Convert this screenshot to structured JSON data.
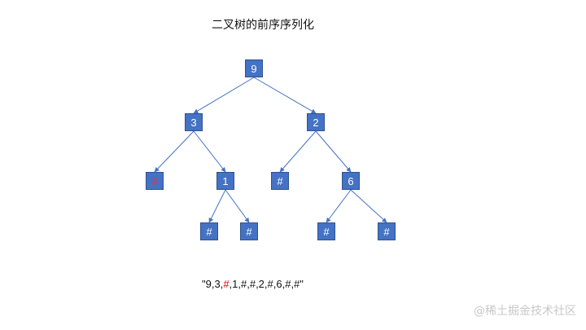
{
  "title": "二叉树的前序序列化",
  "colors": {
    "node_fill": "#4472c4",
    "node_border": "#2f528f",
    "edge": "#4472c4",
    "highlight": "#e00000"
  },
  "tree": {
    "nodes": [
      {
        "id": "n9",
        "label": "9"
      },
      {
        "id": "n3",
        "label": "3"
      },
      {
        "id": "n2",
        "label": "2"
      },
      {
        "id": "h1",
        "label": "#",
        "highlight": true
      },
      {
        "id": "n1",
        "label": "1"
      },
      {
        "id": "h3",
        "label": "#"
      },
      {
        "id": "n6",
        "label": "6"
      },
      {
        "id": "h4",
        "label": "#"
      },
      {
        "id": "h5",
        "label": "#"
      },
      {
        "id": "h6",
        "label": "#"
      },
      {
        "id": "h7",
        "label": "#"
      }
    ],
    "edges": [
      [
        "n9",
        "n3"
      ],
      [
        "n9",
        "n2"
      ],
      [
        "n3",
        "h1"
      ],
      [
        "n3",
        "n1"
      ],
      [
        "n2",
        "h3"
      ],
      [
        "n2",
        "n6"
      ],
      [
        "n1",
        "h4"
      ],
      [
        "n1",
        "h5"
      ],
      [
        "n6",
        "h6"
      ],
      [
        "n6",
        "h7"
      ]
    ]
  },
  "serialization": {
    "before": "\"9,3,",
    "highlight": "#",
    "after": ",1,#,#,2,#,6,#,#\""
  },
  "watermark": "@稀土掘金技术社区"
}
